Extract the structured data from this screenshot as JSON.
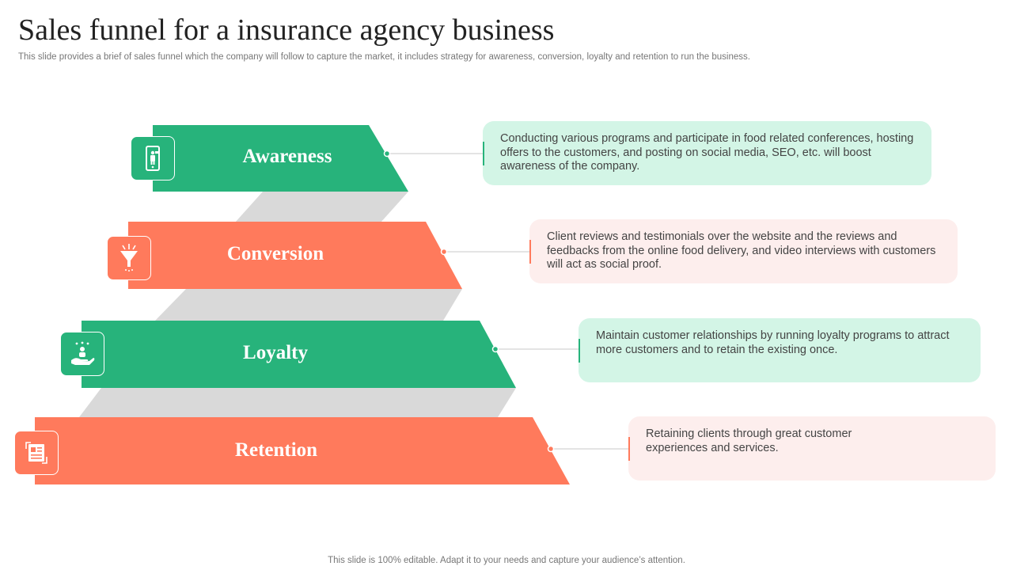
{
  "header": {
    "title": "Sales funnel for a insurance agency business",
    "subtitle": "This slide provides a brief of sales funnel which the company will follow to capture the market, it includes strategy for awareness, conversion, loyalty and retention to run the business."
  },
  "stages": [
    {
      "label": "Awareness",
      "color": "green",
      "icon": "mobile-person-icon",
      "description": "Conducting various programs and participate in food related conferences, hosting offers to the customers, and posting on social media, SEO, etc. will boost awareness of the company."
    },
    {
      "label": "Conversion",
      "color": "coral",
      "icon": "funnel-icon",
      "description": "Client reviews and testimonials over the website and the reviews and feedbacks from the online food delivery,  and video interviews with customers will act as social proof."
    },
    {
      "label": "Loyalty",
      "color": "green",
      "icon": "hand-person-stars-icon",
      "description": "Maintain customer relationships by running loyalty programs to attract more customers and to retain the existing once."
    },
    {
      "label": "Retention",
      "color": "coral",
      "icon": "id-card-refresh-icon",
      "description": "Retaining clients through great customer experiences and services."
    }
  ],
  "colors": {
    "green": "#27b37b",
    "coral": "#ff7a5c",
    "connector": "#d9d9d9",
    "green_light": "#d3f5e6",
    "coral_light": "#fdeeed"
  },
  "footer": "This slide is 100% editable. Adapt it to your needs and capture your audience’s attention."
}
